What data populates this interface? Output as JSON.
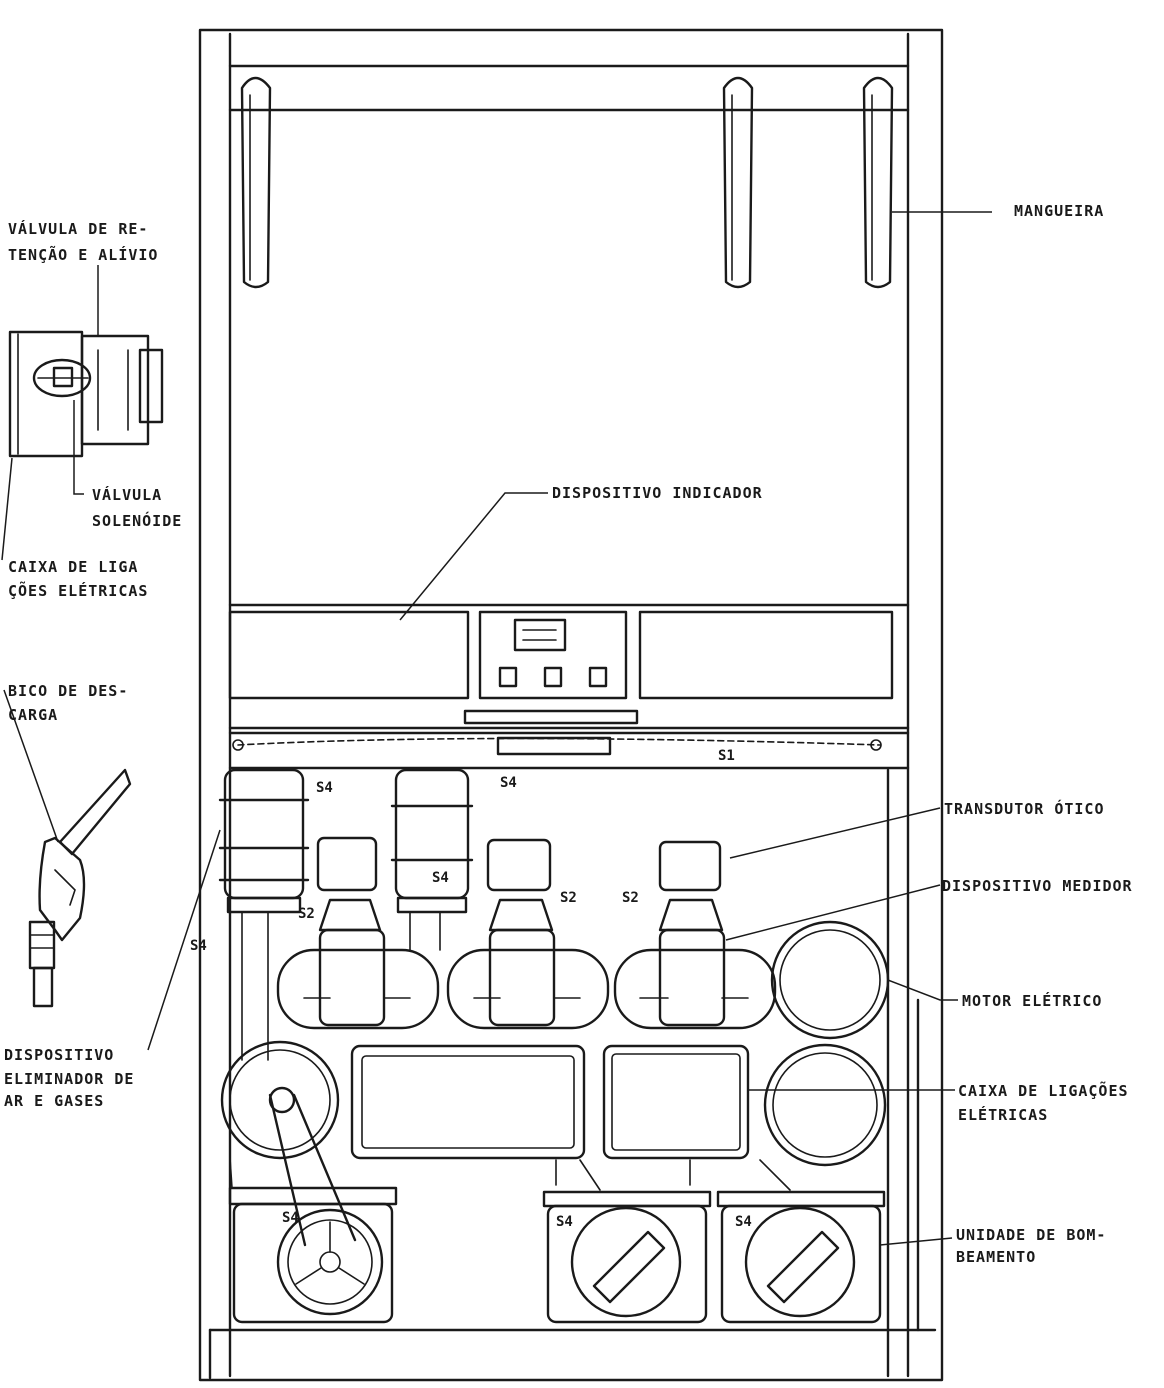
{
  "labels": {
    "mangueira": "MANGUEIRA",
    "valvula_retencao_1": "VÁLVULA DE RE-",
    "valvula_retencao_2": "TENÇÃO E ALÍVIO",
    "valvula_solenoide_1": "VÁLVULA",
    "valvula_solenoide_2": "SOLENÓIDE",
    "caixa_ligacoes_left_1": "CAIXA DE LIGA",
    "caixa_ligacoes_left_2": "ÇÕES ELÉTRICAS",
    "bico_1": "BICO DE DES-",
    "bico_2": "CARGA",
    "dispositivo_indicador": "DISPOSITIVO  INDICADOR",
    "transdutor": "TRANSDUTOR ÓTICO",
    "dispositivo_medidor": "DISPOSITIVO MEDIDOR",
    "motor": "MOTOR ELÉTRICO",
    "caixa_ligacoes_right_1": "CAIXA DE LIGAÇÕES",
    "caixa_ligacoes_right_2": "ELÉTRICAS",
    "unidade_1": "UNIDADE  DE  BOM-",
    "unidade_2": "BEAMENTO",
    "eliminador_1": "DISPOSITIVO",
    "eliminador_2": "ELIMINADOR DE",
    "eliminador_3": "AR  E  GASES"
  },
  "seals": {
    "s1": "S1",
    "s2": "S2",
    "s4": "S4"
  }
}
